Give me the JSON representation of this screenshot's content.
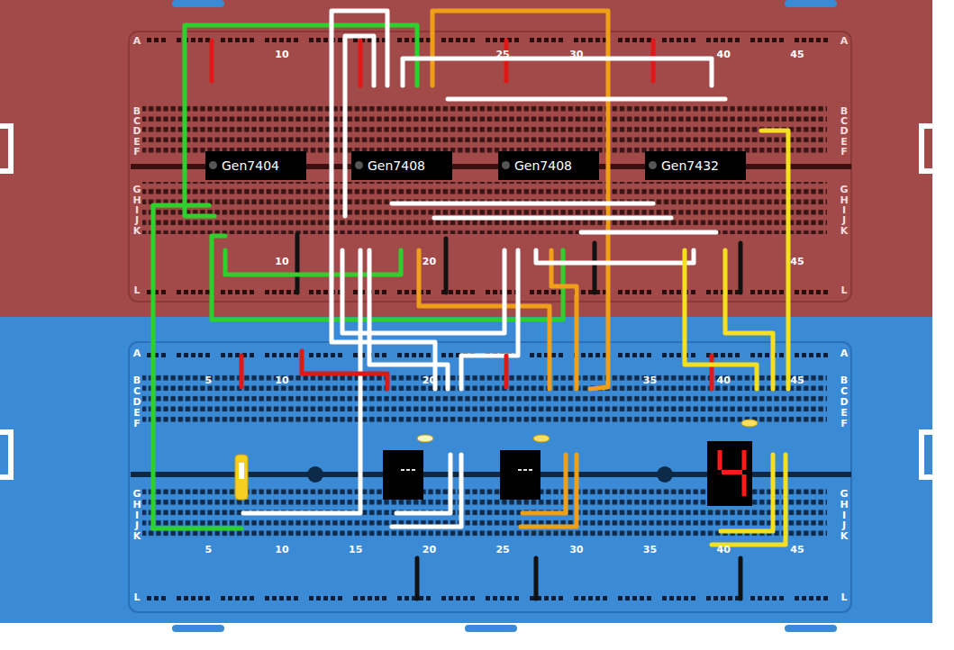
{
  "diagram": {
    "nodes": [
      {
        "text": [
          "Gen7404"
        ]
      },
      {
        "text": [
          "Gen7408"
        ]
      },
      {
        "text": [
          "Gen7408"
        ]
      },
      {
        "text": [
          "Gen7432"
        ]
      }
    ],
    "labels": [
      "A",
      "B",
      "C",
      "D",
      "E",
      "F",
      "G",
      "H",
      "I",
      "J",
      "K",
      "L",
      "A",
      "B",
      "C",
      "D",
      "E",
      "F",
      "G",
      "H",
      "I",
      "J",
      "K",
      "L",
      "10",
      "25",
      "30",
      "40",
      "45",
      "10",
      "20",
      "45",
      "A",
      "B",
      "C",
      "D",
      "E",
      "F",
      "G",
      "H",
      "I",
      "J",
      "K",
      "L",
      "A",
      "B",
      "C",
      "D",
      "E",
      "F",
      "G",
      "H",
      "I",
      "J",
      "K",
      "L",
      "5",
      "10",
      "20",
      "35",
      "40",
      "45",
      "5",
      "10",
      "15",
      "20",
      "25",
      "30",
      "35",
      "40",
      "45"
    ]
  }
}
